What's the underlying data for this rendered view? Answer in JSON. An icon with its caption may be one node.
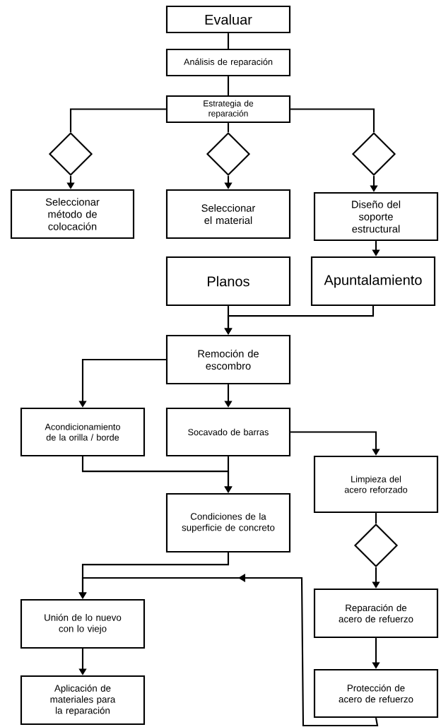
{
  "diagram": {
    "nodes": [
      {
        "text": [
          "Evaluar"
        ]
      },
      {
        "text": [
          "Análisis de reparación"
        ]
      },
      {
        "text": [
          "Estrategia de reparación"
        ]
      },
      {
        "text": [],
        "shape": "diamond"
      },
      {
        "text": [],
        "shape": "diamond"
      },
      {
        "text": [],
        "shape": "diamond"
      },
      {
        "text": [
          "Seleccionar método de colocación"
        ]
      },
      {
        "text": [
          "Seleccionar el material"
        ]
      },
      {
        "text": [
          "Diseño del soporte estructural"
        ]
      },
      {
        "text": [
          "Planos"
        ]
      },
      {
        "text": [
          "Apuntalamiento"
        ]
      },
      {
        "text": [
          "Remoción de escombro"
        ]
      },
      {
        "text": [
          "Acondicionamiento de la orilla / borde"
        ]
      },
      {
        "text": [
          "Socavado de barras"
        ]
      },
      {
        "text": [
          "Limpieza del acero reforzado"
        ]
      },
      {
        "text": [
          "Condiciones de la superficie de concreto"
        ]
      },
      {
        "text": [],
        "shape": "diamond"
      },
      {
        "text": [
          "Reparación de acero de refuerzo"
        ]
      },
      {
        "text": [
          "Protección de acero de refuerzo"
        ]
      },
      {
        "text": [
          "Unión de lo nuevo con lo viejo"
        ]
      },
      {
        "text": [
          "Aplicación de materiales para la reparación"
        ]
      }
    ],
    "edges": [
      {
        "from": 0,
        "to": 1,
        "arrow": "none"
      },
      {
        "from": 1,
        "to": 2,
        "arrow": "none"
      },
      {
        "from": 2,
        "to": 3,
        "arrow": "none"
      },
      {
        "from": 2,
        "to": 4,
        "arrow": "none"
      },
      {
        "from": 2,
        "to": 5,
        "arrow": "none"
      },
      {
        "from": 3,
        "to": 6,
        "arrow": "to"
      },
      {
        "from": 4,
        "to": 7,
        "arrow": "to"
      },
      {
        "from": 5,
        "to": 8,
        "arrow": "to"
      },
      {
        "from": 8,
        "to": 10,
        "arrow": "to"
      },
      {
        "from": 9,
        "to": 11,
        "arrow": "to"
      },
      {
        "from": 10,
        "to": 11,
        "arrow": "to"
      },
      {
        "from": 11,
        "to": 12,
        "arrow": "to"
      },
      {
        "from": 11,
        "to": 13,
        "arrow": "to"
      },
      {
        "from": 13,
        "to": 14,
        "arrow": "to"
      },
      {
        "from": 12,
        "to": 15,
        "arrow": "to"
      },
      {
        "from": 13,
        "to": 15,
        "arrow": "to"
      },
      {
        "from": 14,
        "to": 16,
        "arrow": "none"
      },
      {
        "from": 16,
        "to": 17,
        "arrow": "to"
      },
      {
        "from": 17,
        "to": 18,
        "arrow": "to"
      },
      {
        "from": 15,
        "to": 19,
        "arrow": "to"
      },
      {
        "from": 18,
        "to": 19,
        "arrow": "to"
      },
      {
        "from": 19,
        "to": 20,
        "arrow": "to"
      }
    ]
  }
}
